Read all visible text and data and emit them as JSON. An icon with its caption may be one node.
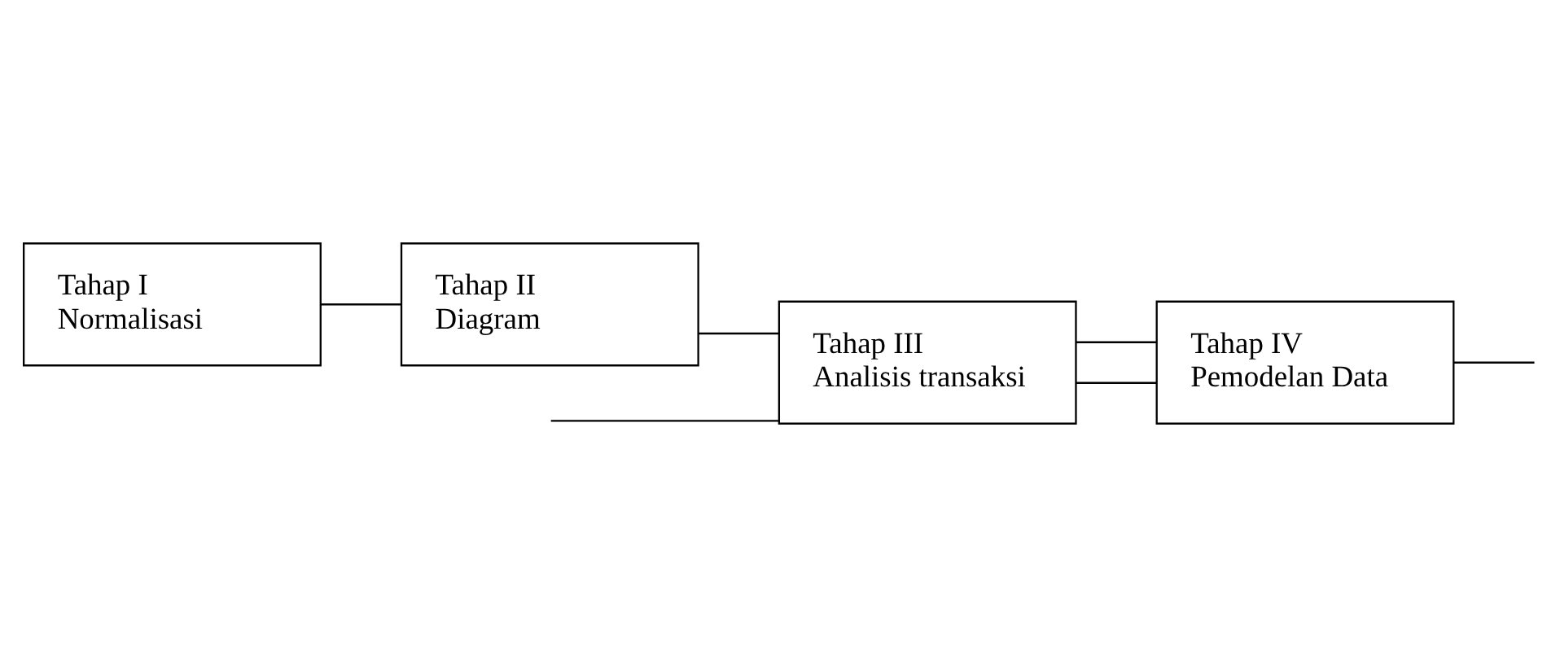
{
  "diagram": {
    "nodes": [
      {
        "text": [
          "Tahap I",
          "Normalisasi"
        ]
      },
      {
        "text": [
          "Tahap II",
          "Diagram"
        ]
      },
      {
        "text": [
          "Tahap III",
          "Analisis transaksi"
        ]
      },
      {
        "text": [
          "Tahap IV",
          "Pemodelan Data"
        ]
      }
    ],
    "edges": [
      {
        "from": 0,
        "to": 1,
        "arrow": "none"
      },
      {
        "from": 1,
        "to": 2,
        "arrow": "none"
      },
      {
        "from": 2,
        "to": 3,
        "arrow": "none"
      },
      {
        "from": null,
        "to": 2,
        "arrow": "none"
      },
      {
        "from": 2,
        "to": 3,
        "arrow": "none"
      },
      {
        "from": 3,
        "to": null,
        "arrow": "none"
      }
    ]
  }
}
